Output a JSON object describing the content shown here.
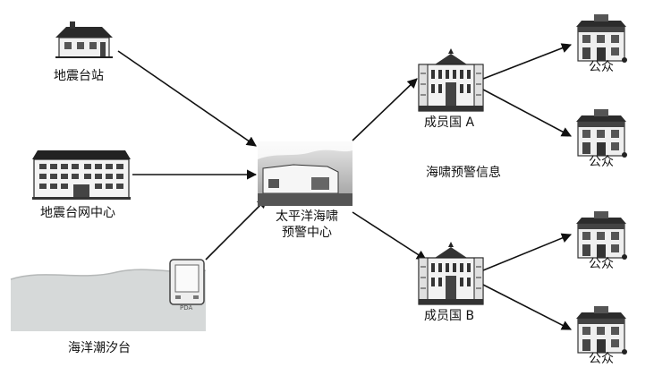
{
  "labels": {
    "seismic_station": "地震台站",
    "seismic_network_center": "地震台网中心",
    "tide_station": "海洋潮汐台",
    "center_line1": "太平洋海啸",
    "center_line2": "预警中心",
    "member_a": "成员国 A",
    "member_b": "成员国 B",
    "warning_info": "海啸预警信息",
    "public": "公众",
    "pda_tag": "PDA"
  },
  "colors": {
    "line": "#111111",
    "building": "#3a3a3a",
    "roof": "#222222",
    "sea": "#d9dcdc"
  }
}
